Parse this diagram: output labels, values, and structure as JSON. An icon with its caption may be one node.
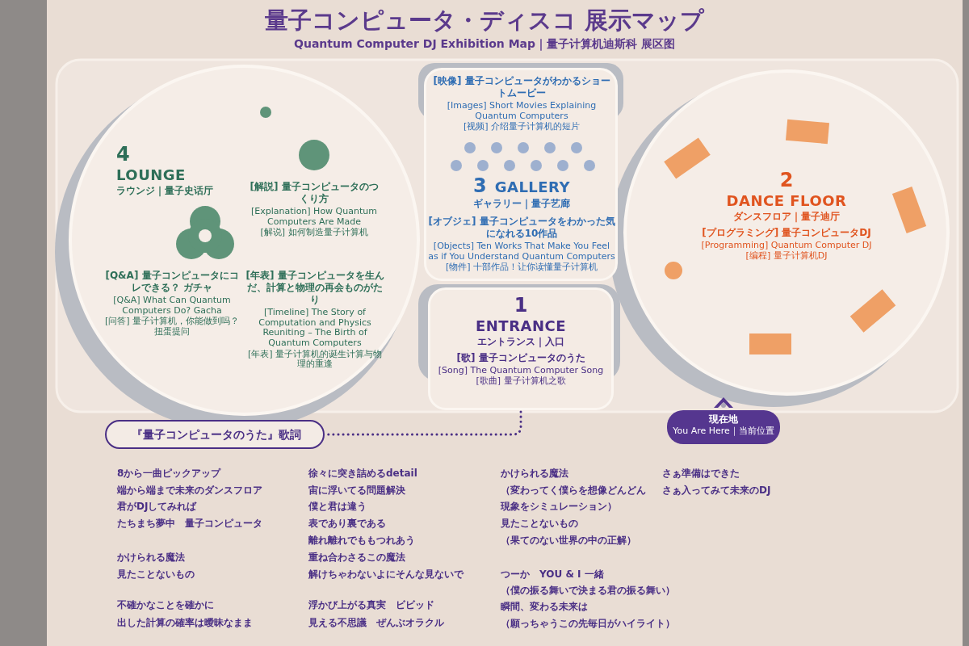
{
  "diagram": {
    "title": "量子コンピュータ・ディスコ 展示マップ",
    "nodes": [
      {
        "text": [
          "4",
          "LOUNGE",
          "ラウンジ｜量子史话厅",
          "[解説] 量子コンピュータのつくり方",
          "[Explanation] How Quantum Computers Are Made",
          "[解说] 如何制造量子计算机",
          "[Q&A] 量子コンピュータにコレできる？ ガチャ",
          "[Q&A] What Can Quantum Computers Do? Gacha",
          "[问答] 量子计算机，你能做到吗？扭蛋提问",
          "[年表] 量子コンピュータを生んだ、計算と物理の再会ものがたり",
          "[Timeline] The Story of Computation and Physics Reuniting – The Birth of Quantum Computers",
          "[年表] 量子计算机的诞生计算与物理的重逢"
        ]
      },
      {
        "text": [
          "[映像] 量子コンピュータがわかるショートムービー",
          "[Images] Short Movies Explaining Quantum Computers",
          "[视频] 介绍量子计算机的短片",
          "3",
          "GALLERY",
          "ギャラリー｜量子艺廊",
          "[オブジェ] 量子コンピュータをわかった気になれる10作品",
          "[Objects] Ten Works That Make You Feel as if You Understand Quantum Computers",
          "[物件] 十部作品！让你读懂量子计算机"
        ]
      },
      {
        "text": [
          "2",
          "DANCE FLOOR",
          "ダンスフロア｜量子迪厅",
          "[プログラミング] 量子コンピュータDJ",
          "[Programming] Quantum Computer DJ",
          "[编程] 量子计算机DJ"
        ]
      },
      {
        "text": [
          "1",
          "ENTRANCE",
          "エントランス｜入口",
          "[歌] 量子コンピュータのうた",
          "[Song] The Quantum Computer Song",
          "[歌曲] 量子计算机之歌"
        ]
      },
      {
        "text": [
          "『量子コンピュータのうた』歌詞"
        ]
      },
      {
        "text": [
          "現在地",
          "You Are Here｜当前位置"
        ]
      }
    ],
    "edges": [
      {
        "from": 3,
        "to": 4,
        "arrow": "none",
        "style": "dashed"
      }
    ],
    "labels": [
      "Quantum Computer DJ Exhibition Map｜量子计算机迪斯科 展区图",
      "8から一曲ピックアップ",
      "端から端まで未来のダンスフロア",
      "君がDJしてみれば",
      "たちまち夢中　量子コンピュータ",
      "かけられる魔法",
      "見たことないもの",
      "不確かなことを確かに",
      "出した計算の確率は曖昧なまま",
      "徐々に突き詰めるdetail",
      "宙に浮いてる問題解決",
      "僕と君は違う",
      "表であり裏である",
      "離れ離れでももつれあう",
      "重ね合わさるこの魔法",
      "解けちゃわないよにそんな見ないで",
      "浮かび上がる真実　ビビッド",
      "見える不思議　ぜんぶオラクル",
      "かけられる魔法",
      "（変わってく僕らを想像どんどん",
      "現象をシミュレーション）",
      "見たことないもの",
      "（果てのない世界の中の正解）",
      "つーか　YOU & I 一緒",
      "（僕の振る舞いで決まる君の振る舞い）",
      "瞬間、変わる未来は",
      "（願っちゃうこの先毎日がハイライト）",
      "さぁ準備はできた",
      "さぁ入ってみて未来のDJ"
    ]
  }
}
